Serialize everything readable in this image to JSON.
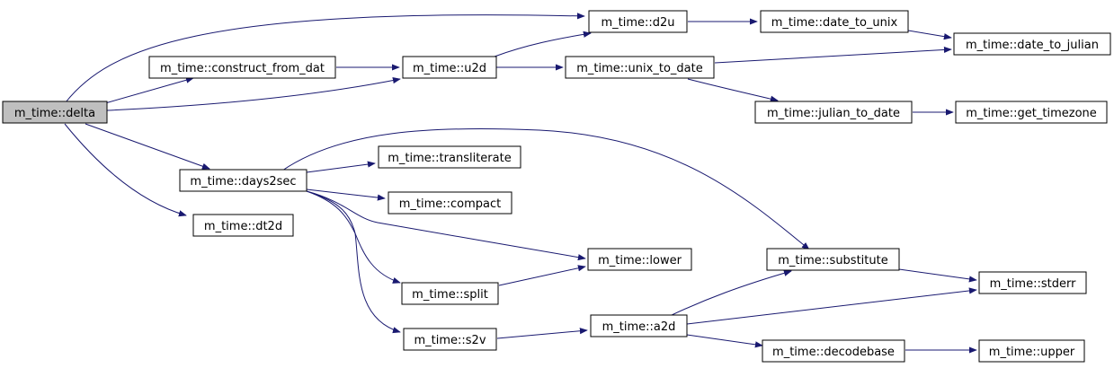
{
  "graph": {
    "nodes": [
      {
        "id": "delta",
        "label": "m_time::delta",
        "highlighted": true
      },
      {
        "id": "construct_from_dat",
        "label": "m_time::construct_from_dat"
      },
      {
        "id": "days2sec",
        "label": "m_time::days2sec"
      },
      {
        "id": "dt2d",
        "label": "m_time::dt2d"
      },
      {
        "id": "u2d",
        "label": "m_time::u2d"
      },
      {
        "id": "d2u",
        "label": "m_time::d2u"
      },
      {
        "id": "unix_to_date",
        "label": "m_time::unix_to_date"
      },
      {
        "id": "date_to_unix",
        "label": "m_time::date_to_unix"
      },
      {
        "id": "date_to_julian",
        "label": "m_time::date_to_julian"
      },
      {
        "id": "julian_to_date",
        "label": "m_time::julian_to_date"
      },
      {
        "id": "get_timezone",
        "label": "m_time::get_timezone"
      },
      {
        "id": "transliterate",
        "label": "m_time::transliterate"
      },
      {
        "id": "compact",
        "label": "m_time::compact"
      },
      {
        "id": "lower",
        "label": "m_time::lower"
      },
      {
        "id": "split",
        "label": "m_time::split"
      },
      {
        "id": "s2v",
        "label": "m_time::s2v"
      },
      {
        "id": "a2d",
        "label": "m_time::a2d"
      },
      {
        "id": "substitute",
        "label": "m_time::substitute"
      },
      {
        "id": "stderr",
        "label": "m_time::stderr"
      },
      {
        "id": "decodebase",
        "label": "m_time::decodebase"
      },
      {
        "id": "upper",
        "label": "m_time::upper"
      }
    ],
    "edges": [
      {
        "from": "delta",
        "to": "d2u"
      },
      {
        "from": "delta",
        "to": "construct_from_dat"
      },
      {
        "from": "delta",
        "to": "u2d"
      },
      {
        "from": "delta",
        "to": "days2sec"
      },
      {
        "from": "delta",
        "to": "dt2d"
      },
      {
        "from": "construct_from_dat",
        "to": "u2d"
      },
      {
        "from": "u2d",
        "to": "d2u"
      },
      {
        "from": "u2d",
        "to": "unix_to_date"
      },
      {
        "from": "d2u",
        "to": "date_to_unix"
      },
      {
        "from": "date_to_unix",
        "to": "date_to_julian"
      },
      {
        "from": "unix_to_date",
        "to": "date_to_julian"
      },
      {
        "from": "unix_to_date",
        "to": "julian_to_date"
      },
      {
        "from": "julian_to_date",
        "to": "get_timezone"
      },
      {
        "from": "days2sec",
        "to": "substitute"
      },
      {
        "from": "days2sec",
        "to": "transliterate"
      },
      {
        "from": "days2sec",
        "to": "compact"
      },
      {
        "from": "days2sec",
        "to": "lower"
      },
      {
        "from": "days2sec",
        "to": "split"
      },
      {
        "from": "days2sec",
        "to": "s2v"
      },
      {
        "from": "split",
        "to": "lower"
      },
      {
        "from": "s2v",
        "to": "a2d"
      },
      {
        "from": "a2d",
        "to": "substitute"
      },
      {
        "from": "a2d",
        "to": "stderr"
      },
      {
        "from": "a2d",
        "to": "decodebase"
      },
      {
        "from": "substitute",
        "to": "stderr"
      },
      {
        "from": "decodebase",
        "to": "upper"
      }
    ]
  }
}
